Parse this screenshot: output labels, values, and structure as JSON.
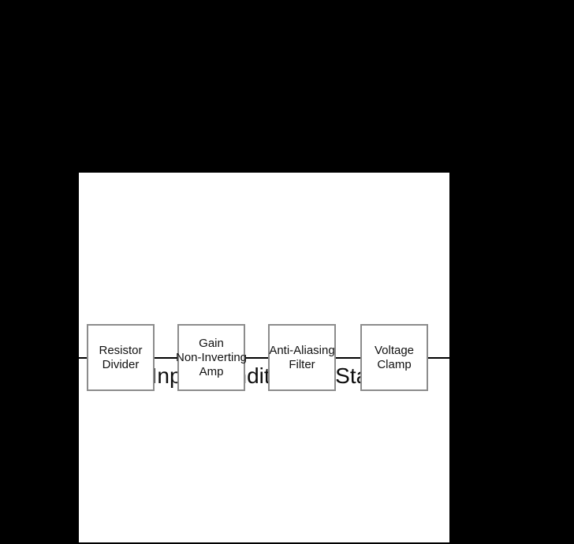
{
  "window": {
    "background_color": "#000000"
  },
  "panel": {
    "background_color": "#ffffff"
  },
  "diagram": {
    "title": "Input Conditioning Stage",
    "colors": {
      "node_border": "#8c8c8c",
      "connector": "#000000",
      "text": "#111111"
    },
    "nodes": [
      {
        "id": "resistor-divider",
        "label": "Resistor Divider",
        "lines": [
          "Resistor",
          "Divider"
        ]
      },
      {
        "id": "gain-non-inverting-amp",
        "label": "Gain Non-Inverting Amp",
        "lines": [
          "Gain",
          "Non-Inverting",
          "Amp"
        ]
      },
      {
        "id": "anti-aliasing-filter",
        "label": "Anti-Aliasing Filter",
        "lines": [
          "Anti-Aliasing",
          "Filter"
        ]
      },
      {
        "id": "voltage-clamp",
        "label": "Voltage Clamp",
        "lines": [
          "Voltage",
          "Clamp"
        ]
      }
    ],
    "edges": [
      {
        "from": "panel-left-edge",
        "to": "resistor-divider"
      },
      {
        "from": "resistor-divider",
        "to": "gain-non-inverting-amp"
      },
      {
        "from": "gain-non-inverting-amp",
        "to": "anti-aliasing-filter"
      },
      {
        "from": "anti-aliasing-filter",
        "to": "voltage-clamp"
      },
      {
        "from": "voltage-clamp",
        "to": "panel-right-edge"
      }
    ]
  }
}
